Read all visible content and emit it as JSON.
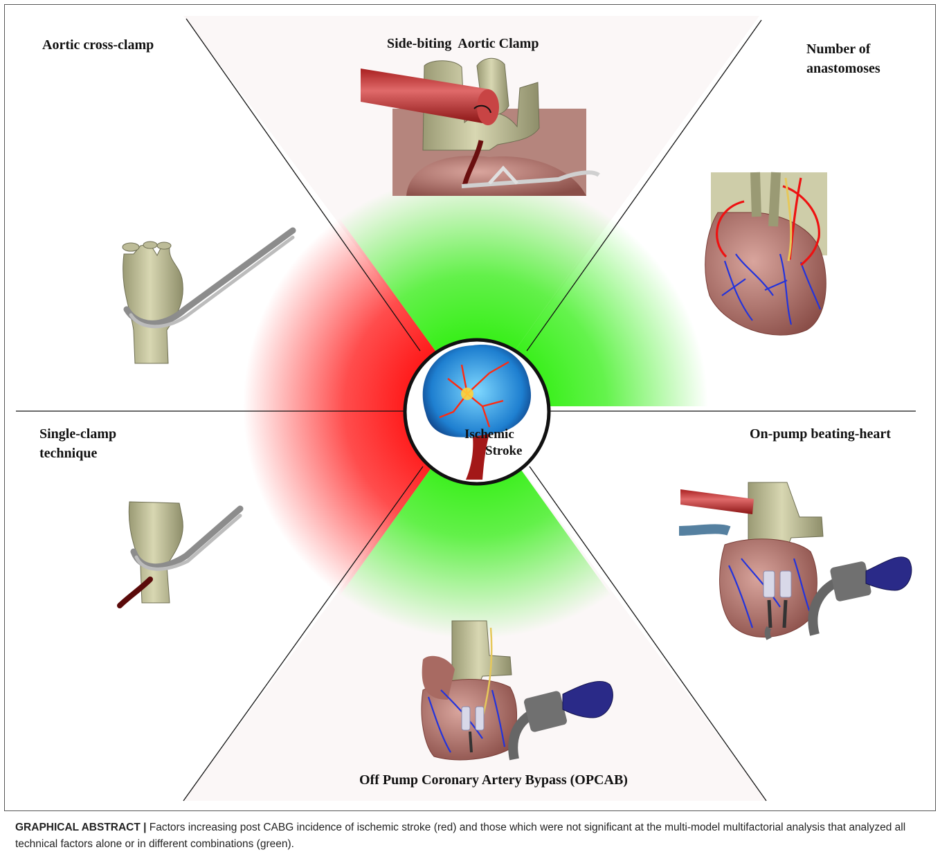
{
  "labels": {
    "aortic_cross_clamp": "Aortic cross-clamp",
    "side_biting": "Side-biting  Aortic Clamp",
    "num_anastomoses_1": "Number of",
    "num_anastomoses_2": "anastomoses",
    "single_clamp_1": "Single-clamp",
    "single_clamp_2": "technique",
    "on_pump": "On-pump beating-heart",
    "opcab": "Off Pump Coronary Artery Bypass (OPCAB)",
    "center_1": "Ischemic",
    "center_2": "Stroke"
  },
  "caption": {
    "title": "GRAPHICAL ABSTRACT |",
    "text": " Factors increasing post CABG incidence of ischemic stroke (red) and those which were not significant at the multi-model multifactorial analysis that analyzed all technical factors alone or in different combinations (green)."
  },
  "colors": {
    "increase": "#ff0000",
    "not_significant": "#22ee00",
    "aorta": "#c9c8a0",
    "heart": "#a86a62",
    "vessel_blue": "#2233dd",
    "vessel_red": "#ee1111",
    "pump": "#666666",
    "pump_head": "#2a2a88"
  }
}
